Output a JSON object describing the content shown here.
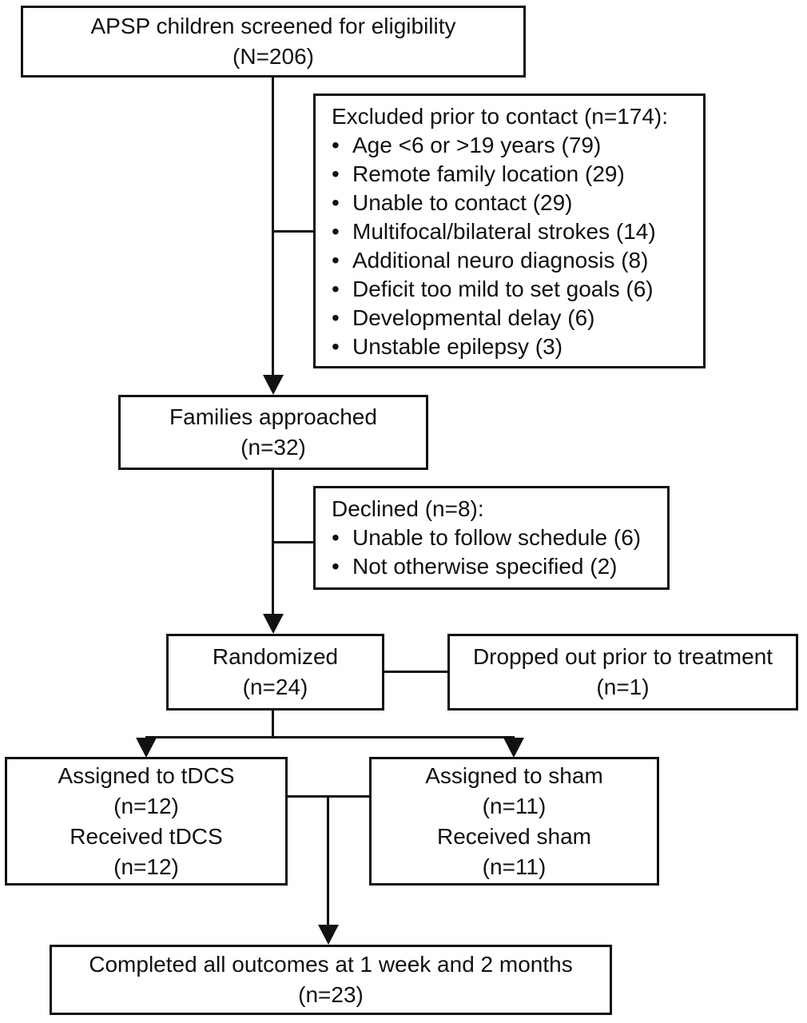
{
  "diagram": {
    "background": "#ffffff",
    "line_color": "#111111",
    "bullet_glyph": "•",
    "boxes": {
      "screened": {
        "lines": [
          "APSP children screened for eligibility",
          "(N=206)"
        ]
      },
      "excluded": {
        "title": "Excluded prior to contact (n=174):",
        "items": [
          "Age <6 or >19 years (79)",
          "Remote family location (29)",
          "Unable to contact (29)",
          "Multifocal/bilateral strokes (14)",
          "Additional neuro diagnosis (8)",
          "Deficit too mild to set goals (6)",
          "Developmental delay (6)",
          "Unstable epilepsy (3)"
        ]
      },
      "approached": {
        "lines": [
          "Families approached",
          "(n=32)"
        ]
      },
      "declined": {
        "title": "Declined (n=8):",
        "items": [
          "Unable to follow schedule (6)",
          "Not otherwise specified (2)"
        ]
      },
      "randomized": {
        "lines": [
          "Randomized",
          "(n=24)"
        ]
      },
      "dropped": {
        "lines": [
          "Dropped out prior to treatment",
          "(n=1)"
        ]
      },
      "tdcs": {
        "lines": [
          "Assigned to tDCS",
          "(n=12)",
          "Received tDCS",
          "(n=12)"
        ]
      },
      "sham": {
        "lines": [
          "Assigned to sham",
          "(n=11)",
          "Received sham",
          "(n=11)"
        ]
      },
      "completed": {
        "lines": [
          "Completed all outcomes at 1 week and 2 months",
          "(n=23)"
        ]
      }
    }
  }
}
